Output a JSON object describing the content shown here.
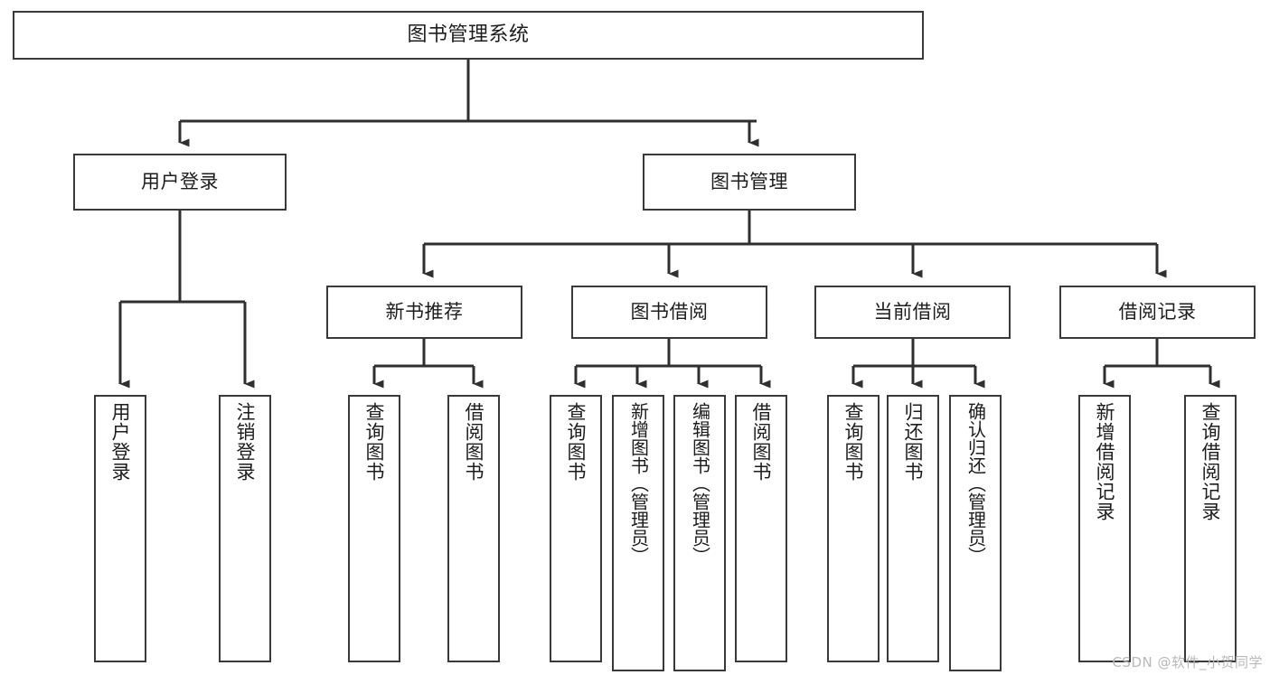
{
  "diagram": {
    "title": "图书管理系统",
    "type": "hierarchy-tree",
    "watermark": "CSDN @软件_小贺同学",
    "colors": {
      "box_border": "#3a3a3a",
      "box_fill": "#ffffff",
      "connector": "#2f2f2f",
      "text": "#1d1d1d",
      "watermark": "#b9b9b9"
    }
  },
  "nodes": {
    "root": {
      "label": "图书管理系统"
    },
    "level2": [
      {
        "label": "用户登录"
      },
      {
        "label": "图书管理"
      }
    ],
    "level3": [
      {
        "label": "新书推荐"
      },
      {
        "label": "图书借阅"
      },
      {
        "label": "当前借阅"
      },
      {
        "label": "借阅记录"
      }
    ],
    "leaves": {
      "user_login": [
        {
          "label": "用户登录"
        },
        {
          "label": "注销登录"
        }
      ],
      "new_book": [
        {
          "label": "查询图书"
        },
        {
          "label": "借阅图书"
        }
      ],
      "book_borrow": [
        {
          "label": "查询图书"
        },
        {
          "label": "新增图书（管理员）"
        },
        {
          "label": "编辑图书（管理员）"
        },
        {
          "label": "借阅图书"
        }
      ],
      "current_borrow": [
        {
          "label": "查询图书"
        },
        {
          "label": "归还图书"
        },
        {
          "label": "确认归还（管理员）"
        }
      ],
      "borrow_record": [
        {
          "label": "新增借阅记录"
        },
        {
          "label": "查询借阅记录"
        }
      ]
    }
  }
}
